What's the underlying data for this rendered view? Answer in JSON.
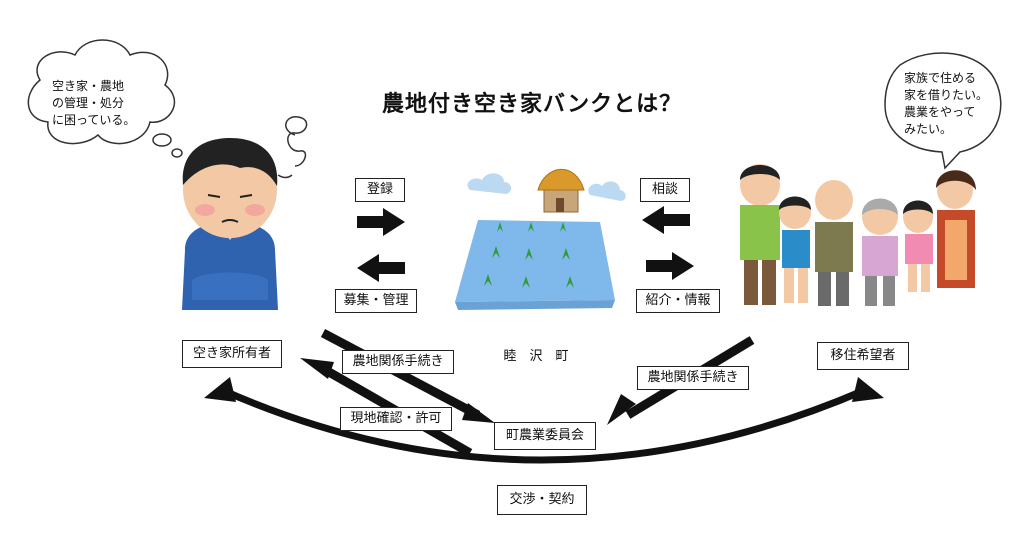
{
  "title": "農地付き空き家バンクとは？",
  "owner_thought": [
    "空き家・農地",
    "の管理・処分",
    "に困っている。"
  ],
  "family_speech": [
    "家族で住める",
    "家を借りたい。",
    "農業をやって",
    "みたい。"
  ],
  "labels": {
    "register": "登録",
    "recruit_manage": "募集・管理",
    "consult": "相談",
    "intro_info": "紹介・情報",
    "owner": "空き家所有者",
    "town": "睦　沢　町",
    "migrant": "移住希望者",
    "farmland_proc_left": "農地関係手続き",
    "farmland_proc_right": "農地関係手続き",
    "site_check": "現地確認・許可",
    "committee": "町農業委員会",
    "negotiation": "交渉・契約"
  },
  "colors": {
    "arrow": "#111111",
    "field": "#7fb8ea",
    "plant": "#2f9b3a",
    "roof": "#d99a2b"
  }
}
